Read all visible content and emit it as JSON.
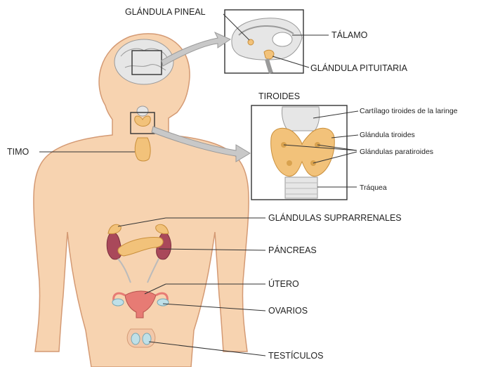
{
  "diagram": {
    "labels": {
      "pineal": "GLÁNDULA PINEAL",
      "thalamus": "TÁLAMO",
      "pituitary": "GLÁNDULA PITUITARIA",
      "thyroid_title": "TIROIDES",
      "thyroid_cartilage": "Cartílago tiroides de la laringe",
      "thyroid_gland": "Glándula tiroides",
      "parathyroid": "Glándulas paratiroides",
      "trachea": "Tráquea",
      "thymus": "TIMO",
      "adrenals": "GLÁNDULAS SUPRARRENALES",
      "pancreas": "PÁNCREAS",
      "uterus": "ÚTERO",
      "ovaries": "OVARIOS",
      "testes": "TESTÍCULOS"
    },
    "colors": {
      "skin": "#f7d3b0",
      "skin_outline": "#d49a74",
      "gland": "#f2c27a",
      "gland_outline": "#c98f3c",
      "kidney": "#a9485a",
      "uterus": "#e77b74",
      "ovary": "#bfe0e8",
      "brain": "#e6e6e6",
      "arrow": "#c8c8c8"
    },
    "icons": [
      "arrow-icon"
    ]
  }
}
